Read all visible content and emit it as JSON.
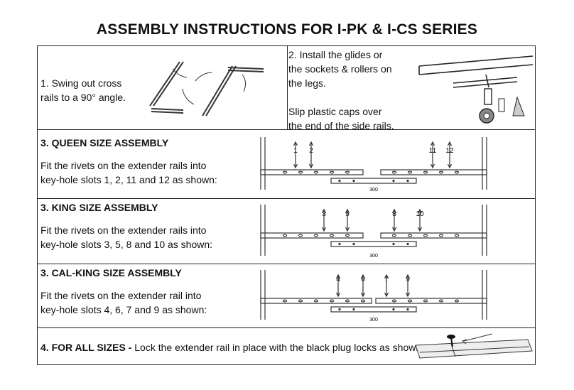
{
  "title": "ASSEMBLY INSTRUCTIONS FOR I-PK & I-CS SERIES",
  "step1": {
    "line1": "1.  Swing out cross",
    "line2": "rails to a 90° angle."
  },
  "step2": {
    "line1": "2.  Install the glides or",
    "line2": "the sockets & rollers on",
    "line3": "the legs.",
    "line4": "Slip plastic caps over",
    "line5": "the end of the side rails."
  },
  "queen": {
    "heading": "3. QUEEN SIZE ASSEMBLY",
    "line1": "Fit the rivets on the extender rails into",
    "line2": "key-hole slots 1, 2, 11 and 12 as shown:",
    "slots": [
      "1",
      "2",
      "11",
      "12"
    ],
    "rail_label": "300"
  },
  "king": {
    "heading": "3. KING SIZE ASSEMBLY",
    "line1": "Fit the rivets on the extender rails into",
    "line2": "key-hole slots 3, 5, 8 and 10 as shown:",
    "slots": [
      "3",
      "5",
      "8",
      "10"
    ],
    "rail_label": "300"
  },
  "calking": {
    "heading": "3. CAL-KING SIZE ASSEMBLY",
    "line1": "Fit the rivets on the extender rail into",
    "line2": "key-hole slots 4, 6, 7 and 9 as shown:",
    "slots": [
      "4",
      "6",
      "7",
      "9"
    ],
    "rail_label": "300"
  },
  "step4": {
    "heading": "4. FOR ALL SIZES -",
    "text": " Lock the extender rail in place with the black plug locks as shown:"
  }
}
